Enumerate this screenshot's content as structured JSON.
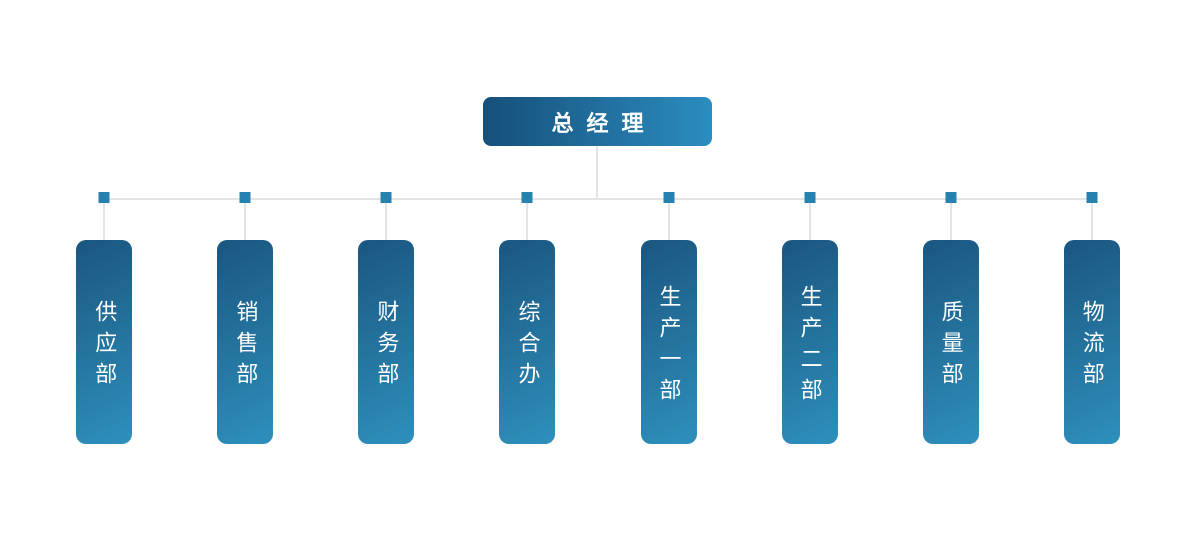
{
  "org_chart": {
    "root": {
      "label": "总经理"
    },
    "departments": [
      {
        "label": "供应部"
      },
      {
        "label": "销售部"
      },
      {
        "label": "财务部"
      },
      {
        "label": "综合办"
      },
      {
        "label": "生产一部"
      },
      {
        "label": "生产二部"
      },
      {
        "label": "质量部"
      },
      {
        "label": "物流部"
      }
    ],
    "colors": {
      "background": "#ffffff",
      "text": "#ffffff",
      "root_gradient_dark": "#164f7a",
      "root_gradient_light": "#2b8dc0",
      "node_gradient_dark": "#1a5680",
      "node_gradient_light": "#2e90bc",
      "connector": "#e3e4e6",
      "junction": "#2581ae"
    }
  }
}
